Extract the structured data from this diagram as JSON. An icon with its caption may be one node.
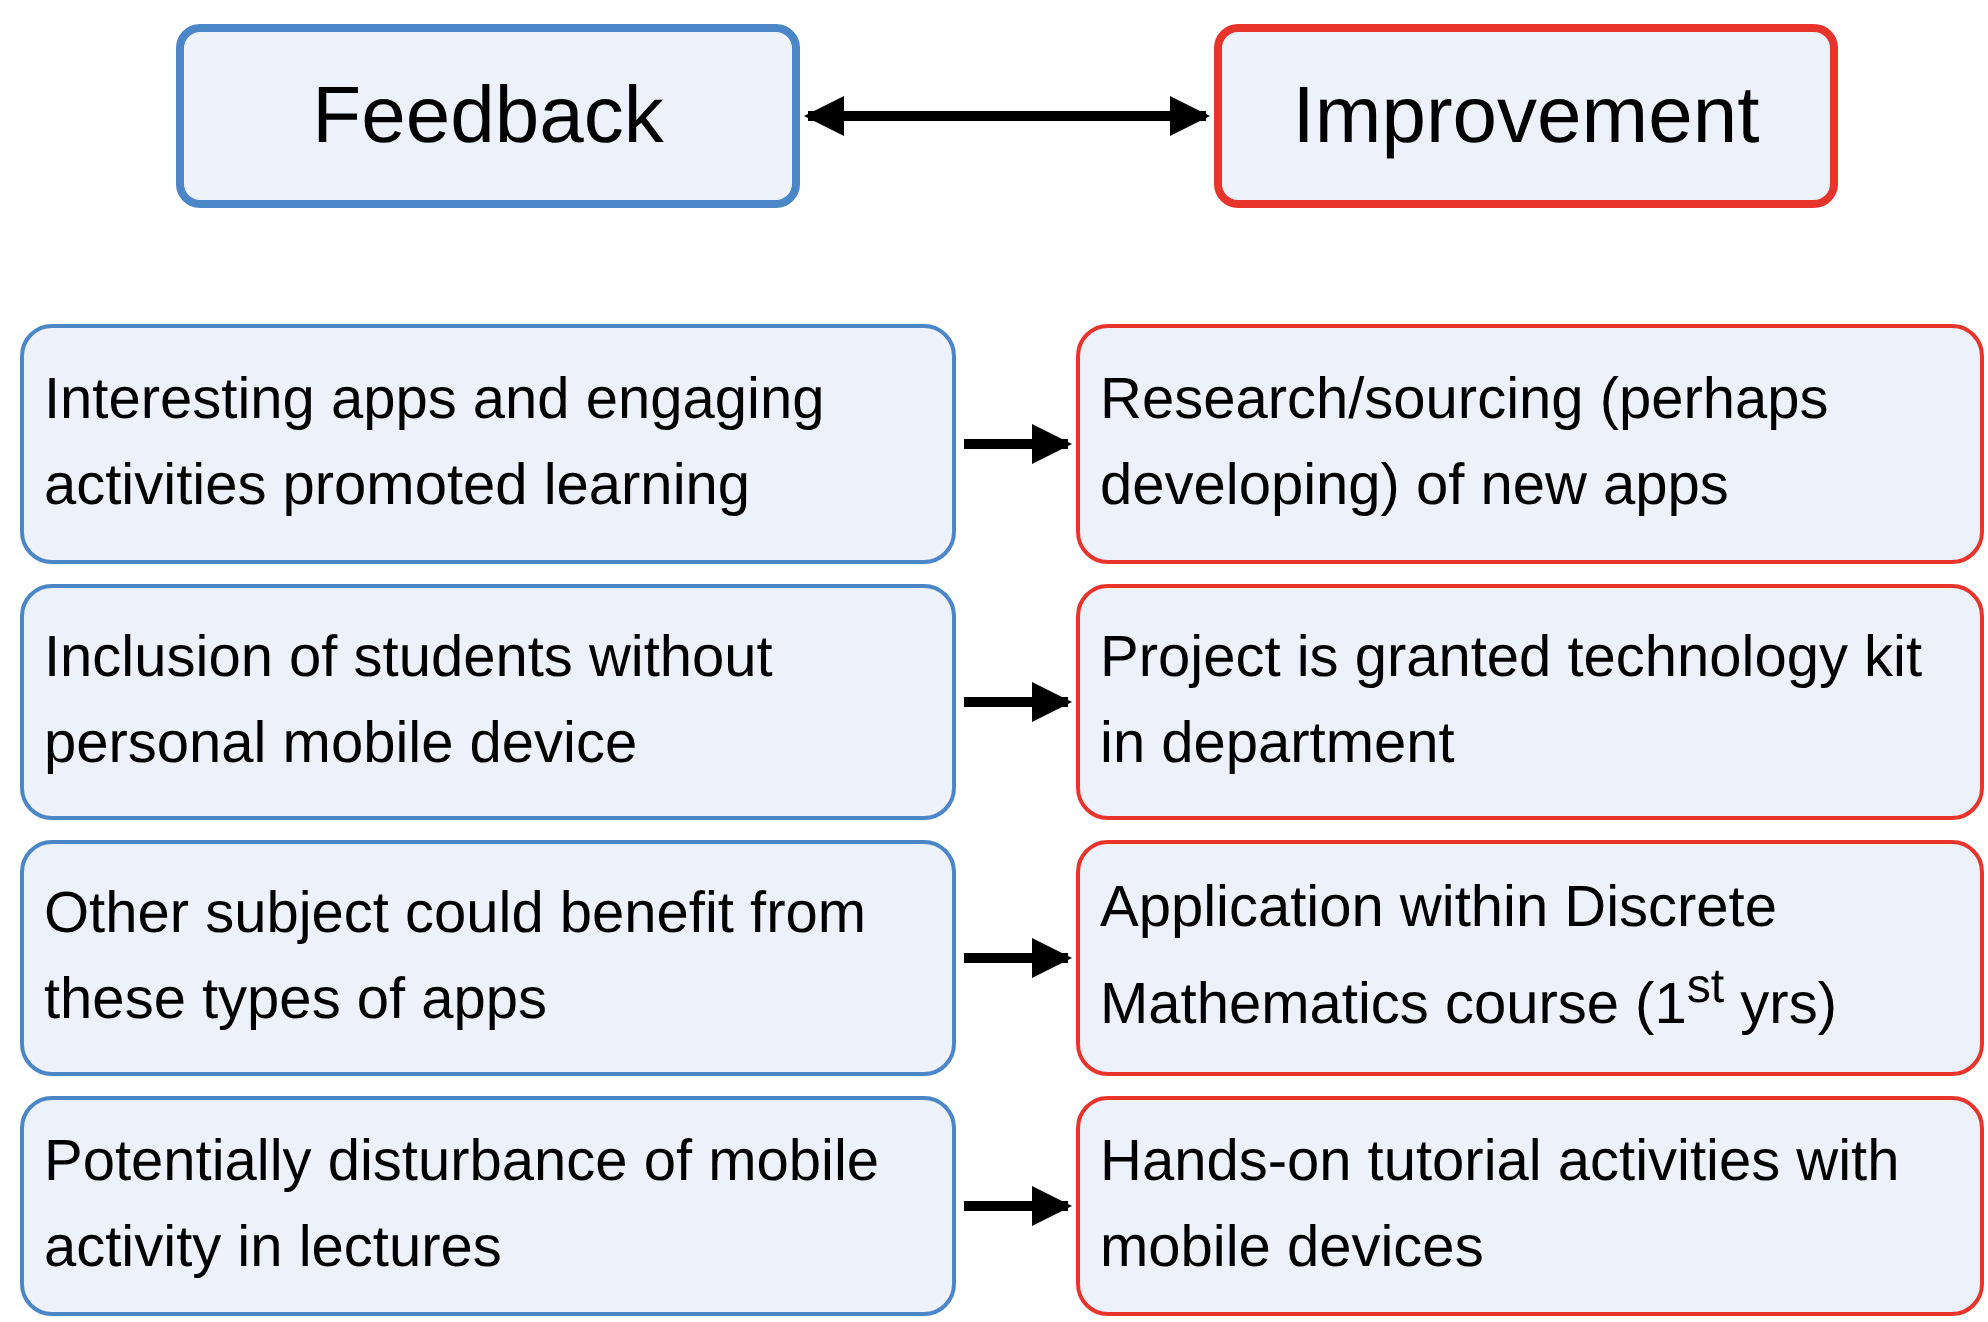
{
  "diagram": {
    "nodes": [
      {
        "text": [
          "Feedback"
        ]
      },
      {
        "text": [
          "Improvement"
        ]
      },
      {
        "text": [
          "Interesting apps and engaging activities promoted learning"
        ]
      },
      {
        "text": [
          "Research/sourcing (perhaps developing) of new apps"
        ]
      },
      {
        "text": [
          "Inclusion of students without personal mobile device"
        ]
      },
      {
        "text": [
          "Project is granted technology kit in department"
        ]
      },
      {
        "text": [
          "Other subject could benefit from these types of apps"
        ]
      },
      {
        "text": [
          "Application within Discrete Mathematics course (1$^{st}$ yrs)"
        ]
      },
      {
        "text": [
          "Potentially disturbance of mobile activity in lectures"
        ]
      },
      {
        "text": [
          "Hands-on tutorial activities with mobile devices"
        ]
      }
    ],
    "edges": [
      {
        "from": 0,
        "to": 1,
        "arrow": "both"
      },
      {
        "from": 2,
        "to": 3,
        "arrow": "to"
      },
      {
        "from": 4,
        "to": 5,
        "arrow": "to"
      },
      {
        "from": 6,
        "to": 7,
        "arrow": "to"
      },
      {
        "from": 8,
        "to": 9,
        "arrow": "to"
      }
    ]
  }
}
